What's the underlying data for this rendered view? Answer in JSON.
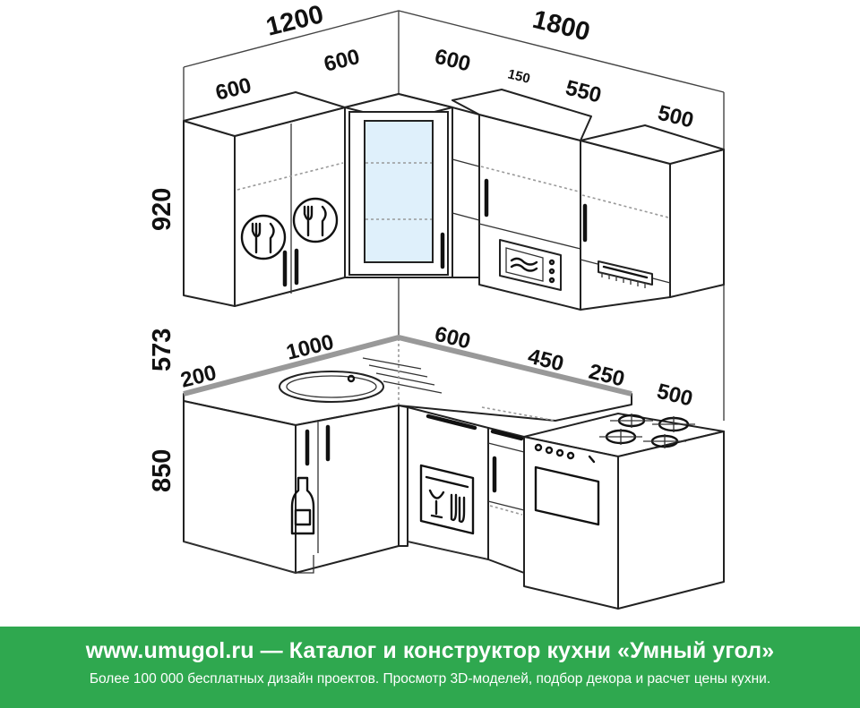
{
  "dimensions": {
    "top_left_total": "1200",
    "top_right_total": "1800",
    "upper_left_a": "600",
    "upper_left_b": "600",
    "upper_right_a": "600",
    "upper_right_gap": "150",
    "upper_right_b": "550",
    "upper_right_c": "500",
    "height_upper": "920",
    "height_mid": "573",
    "height_base": "850",
    "counter_200": "200",
    "counter_1000": "1000",
    "counter_600": "600",
    "counter_450": "450",
    "counter_250": "250",
    "stove_500": "500"
  },
  "footer": {
    "line1": "www.umugol.ru — Каталог и конструктор кухни «Умный угол»",
    "line2": "Более 100 000 бесплатных дизайн проектов. Просмотр 3D-моделей, подбор декора и расчет цены кухни."
  },
  "colors": {
    "footer_bg": "#2fa84f",
    "footer_text": "#ffffff",
    "counter_edge": "#999999"
  }
}
